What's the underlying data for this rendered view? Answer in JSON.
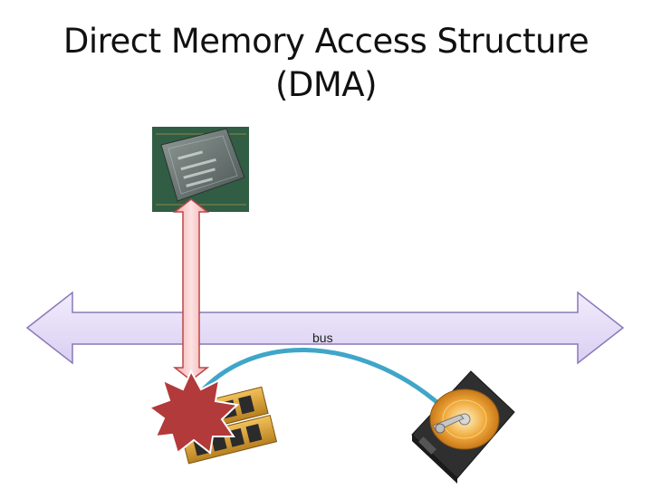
{
  "slide": {
    "title_line1": "Direct Memory Access Structure",
    "title_line2": "(DMA)"
  },
  "diagram": {
    "bus_label": "bus",
    "components": [
      {
        "name": "cpu",
        "icon": "cpu-chip-icon"
      },
      {
        "name": "memory",
        "icon": "memory-module-icon"
      },
      {
        "name": "disk",
        "icon": "hard-disk-icon"
      }
    ],
    "colors": {
      "bus_fill": "#e3dbf7",
      "bus_stroke": "#8a78b8",
      "cpu_arrow_fill": "#f6b7b7",
      "cpu_arrow_stroke": "#b94848",
      "dma_link": "#3fa6c9",
      "starburst_fill": "#b33a3a",
      "starburst_stroke": "#ffffff"
    }
  }
}
